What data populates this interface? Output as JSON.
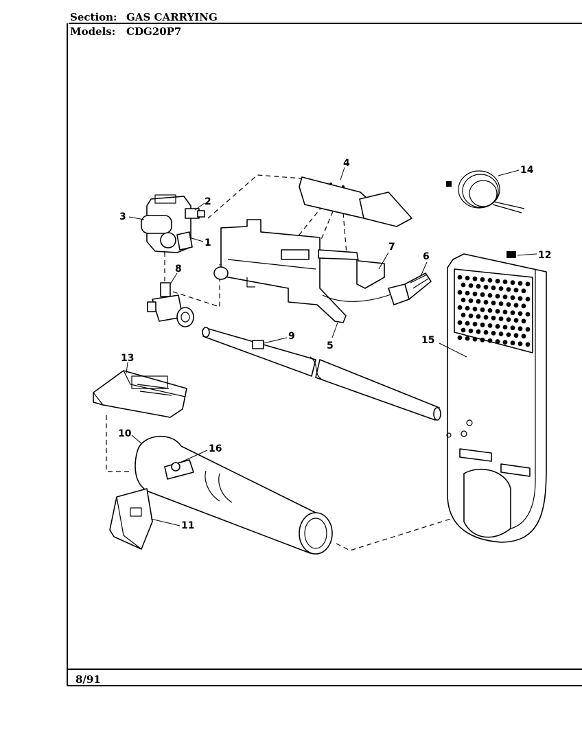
{
  "header": {
    "section_label": "Section:",
    "section_value": "GAS CARRYING",
    "models_label": "Models:",
    "models_value": "CDG20P7"
  },
  "footer": {
    "date": "8/91"
  },
  "callouts": [
    "1",
    "2",
    "3",
    "4",
    "5",
    "6",
    "7",
    "8",
    "9",
    "10",
    "11",
    "12",
    "13",
    "14",
    "15",
    "16"
  ]
}
